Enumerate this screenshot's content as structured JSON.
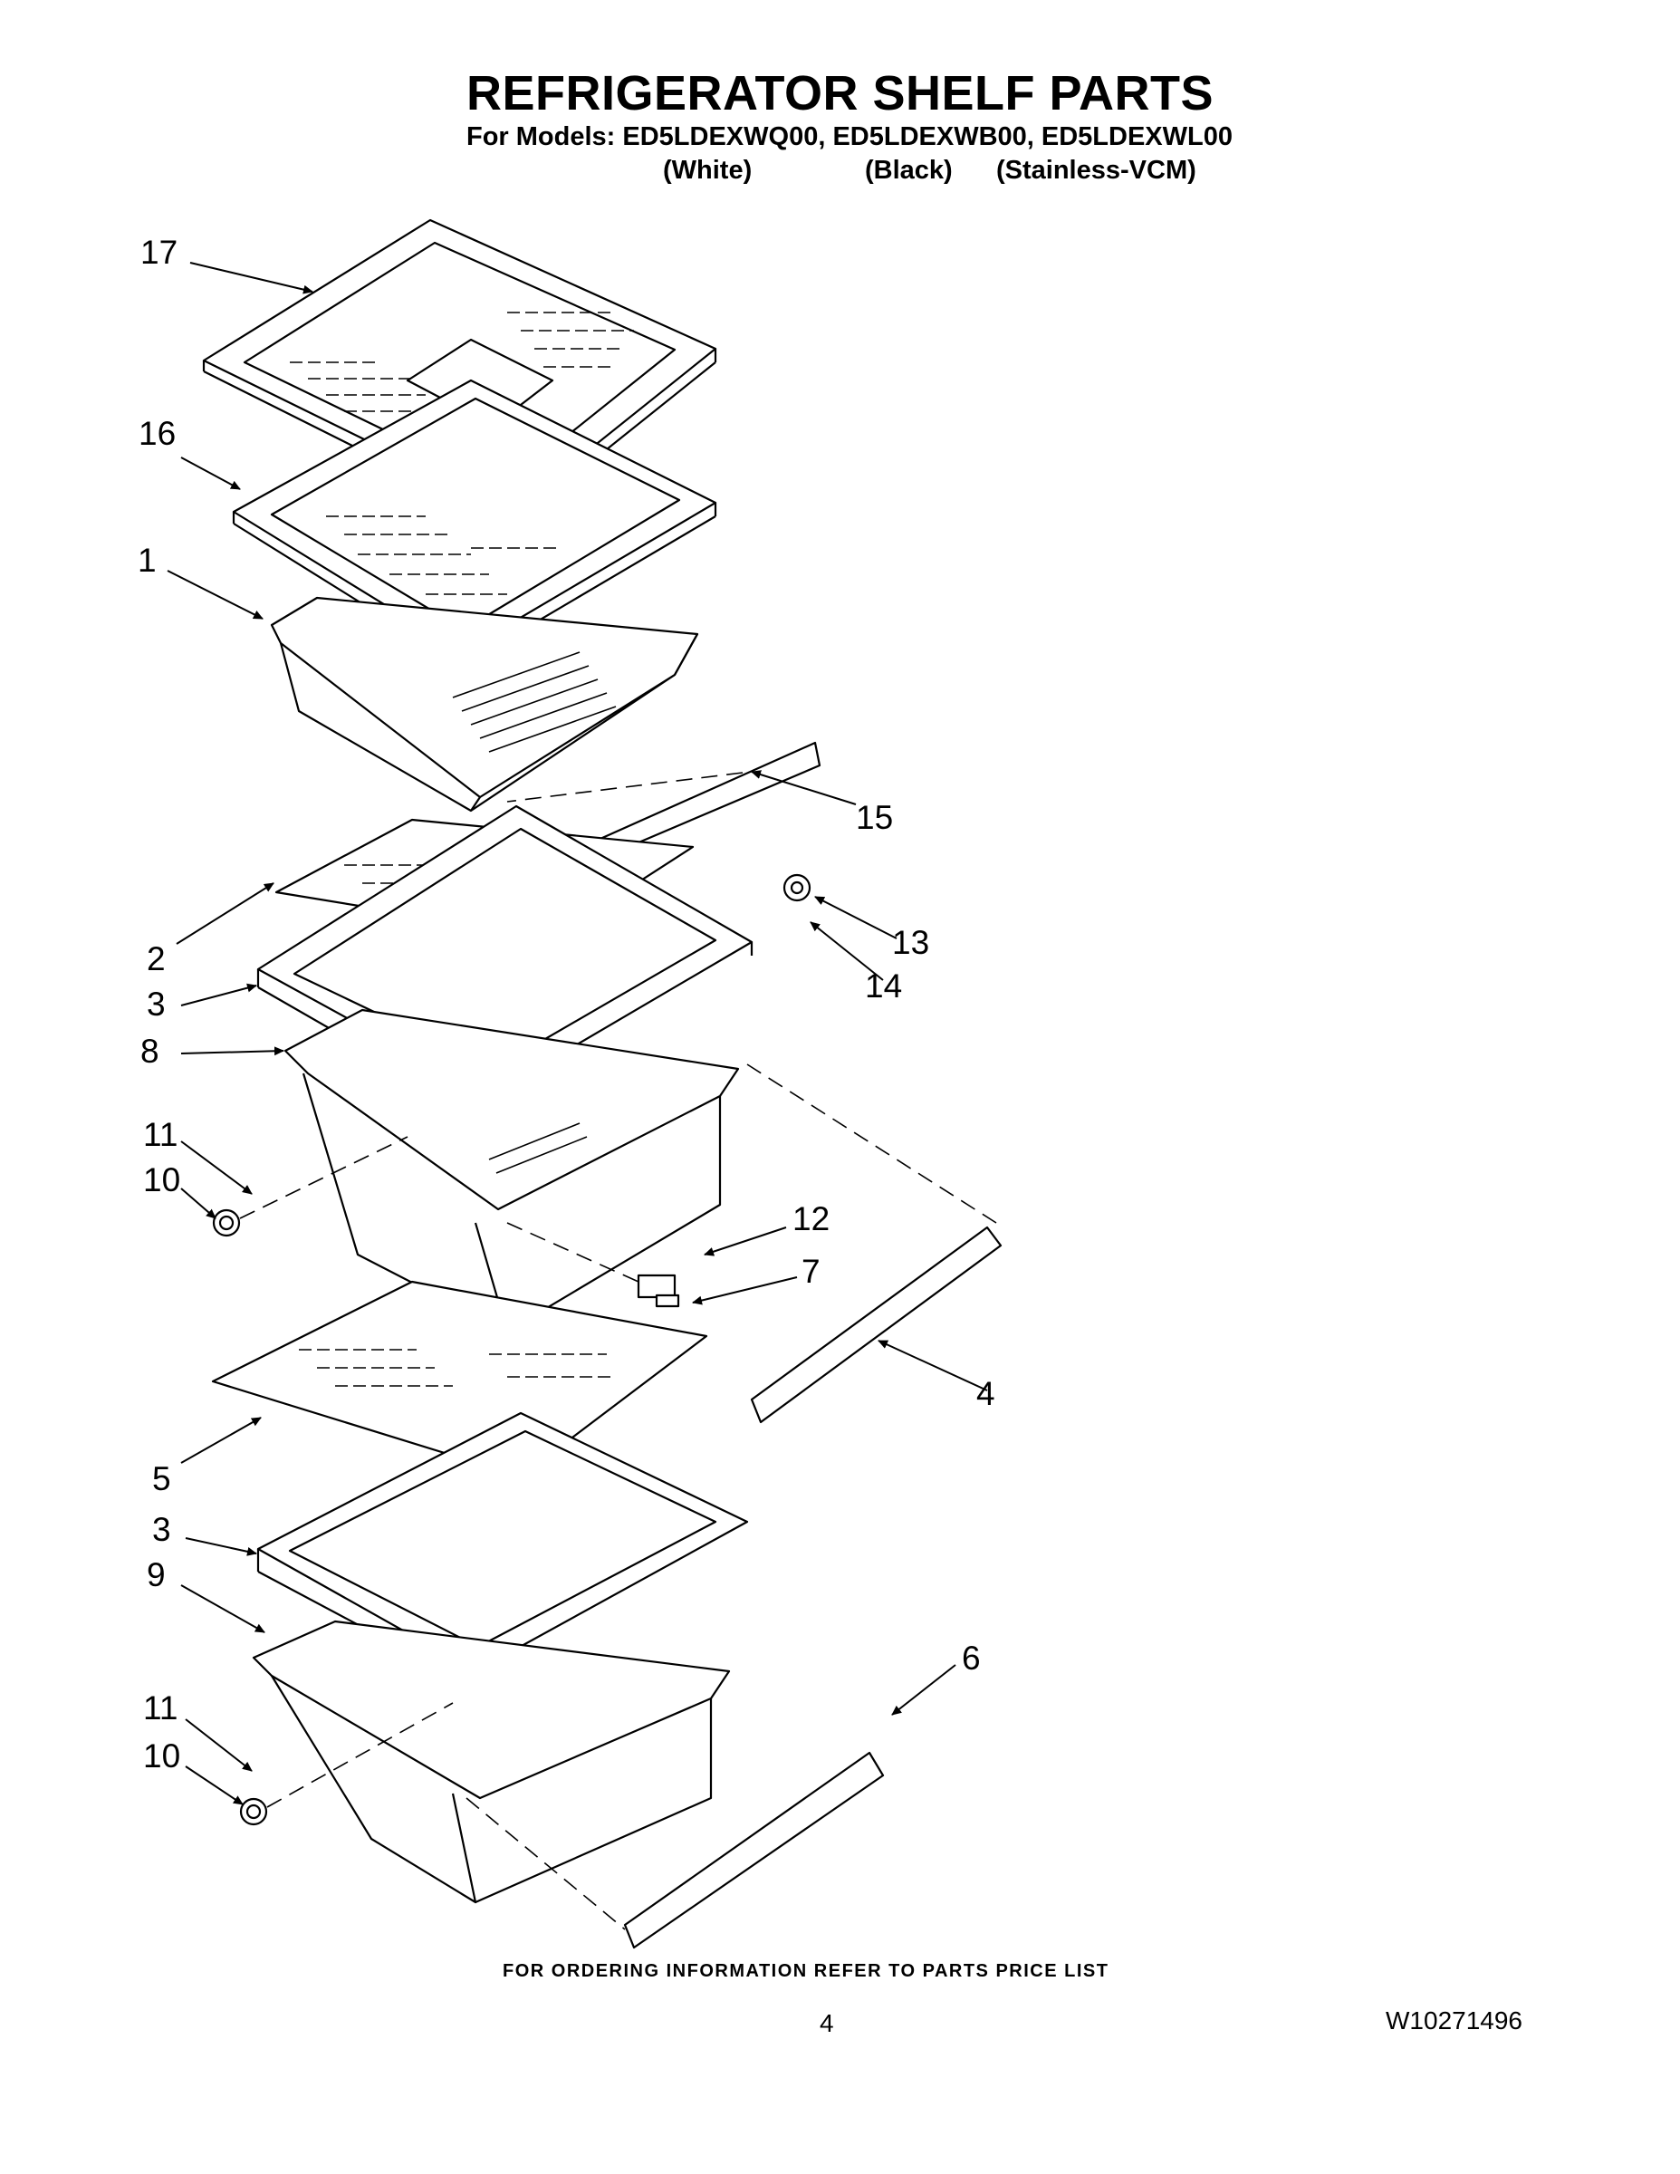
{
  "header": {
    "title": "REFRIGERATOR SHELF PARTS",
    "models_line": "For Models: ED5LDEXWQ00, ED5LDEXWB00, ED5LDEXWL00",
    "variants": [
      "(White)",
      "(Black)",
      "(Stainless-VCM)"
    ]
  },
  "callouts": [
    "17",
    "16",
    "1",
    "15",
    "2",
    "13",
    "3",
    "14",
    "8",
    "11",
    "10",
    "12",
    "7",
    "4",
    "5",
    "3",
    "9",
    "6",
    "11",
    "10"
  ],
  "footer": {
    "ordering_note": "FOR ORDERING INFORMATION REFER TO PARTS PRICE LIST",
    "page_number": "4",
    "document_number": "W10271496"
  }
}
